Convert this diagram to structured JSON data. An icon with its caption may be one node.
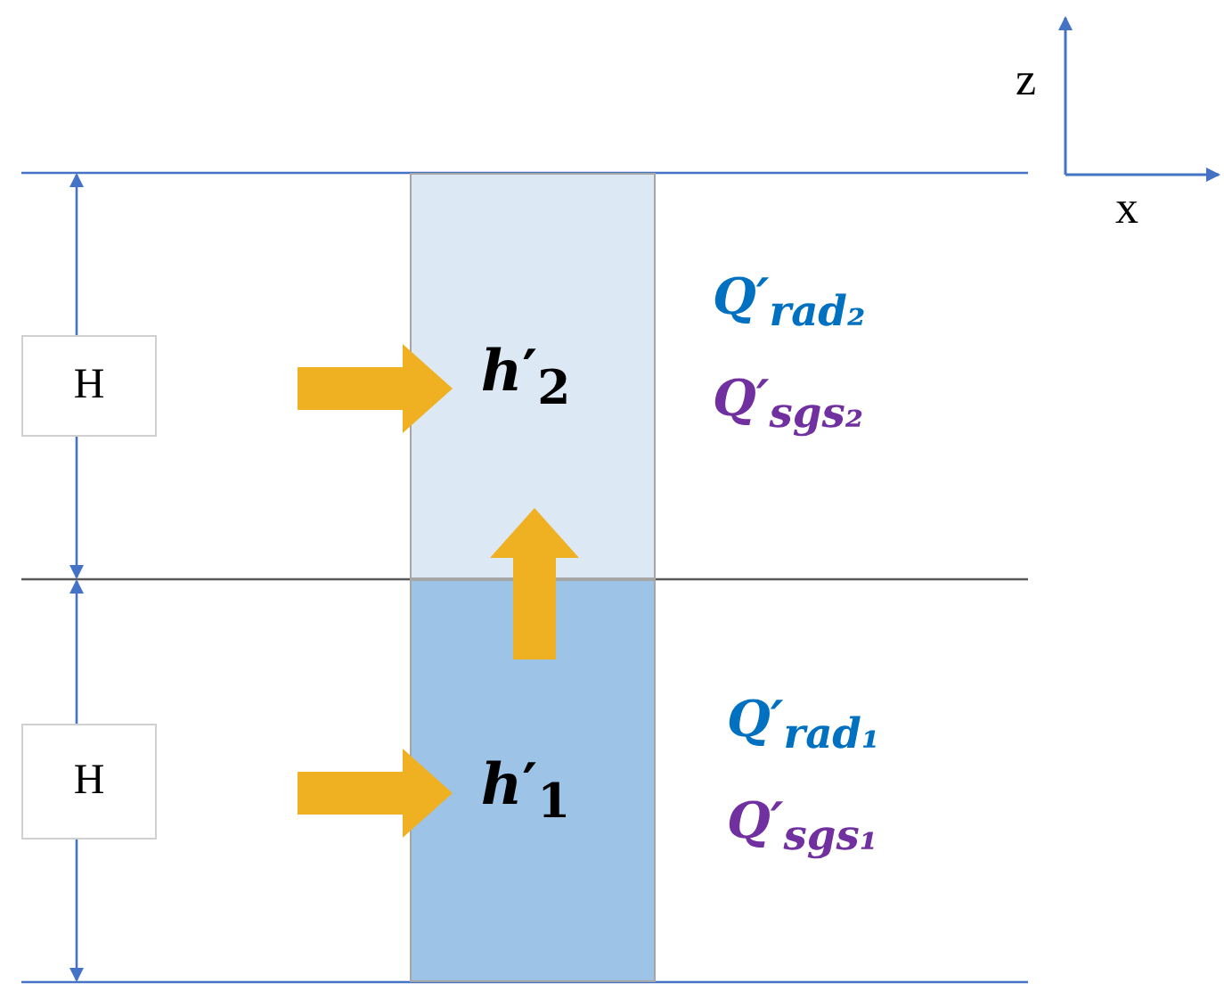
{
  "diagram": {
    "nodes": [
      {
        "text": [
          "*h*′$_{2}$"
        ],
        "beside": [
          "Q′$_{rad₂}$",
          "Q′$_{sgs₂}$"
        ]
      },
      {
        "text": [
          "H"
        ]
      },
      {
        "text": [
          "*h*′$_{1}$"
        ],
        "beside": [
          "Q′$_{rad₁}$",
          "Q′$_{sgs₁}$"
        ]
      },
      {
        "text": [
          "H"
        ]
      }
    ],
    "edges": [
      {
        "from": null,
        "to": 0,
        "arrow": "to"
      },
      {
        "from": 2,
        "to": 0,
        "arrow": "to"
      },
      {
        "from": null,
        "to": 2,
        "arrow": "to"
      }
    ],
    "labels": [
      "z",
      "x"
    ]
  }
}
